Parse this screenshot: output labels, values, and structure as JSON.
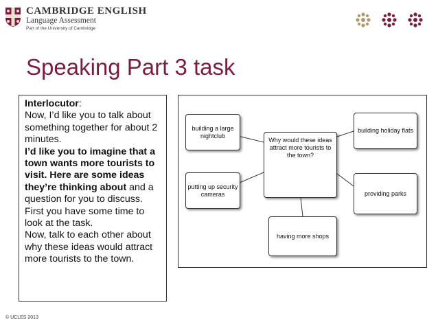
{
  "header": {
    "brand_title": "CAMBRIDGE ENGLISH",
    "brand_subtitle": "Language Assessment",
    "brand_part": "Part of the University of Cambridge"
  },
  "slide": {
    "title": "Speaking Part 3 task"
  },
  "script": {
    "role": "Interlocutor",
    "colon": ":",
    "line1": "\nNow, I’d like you to talk about something together for about 2 minutes.\n",
    "bold1": "I’d like you to imagine that a town wants more tourists to visit. Here are some ideas they’re thinking about",
    "line2": " and a question for you to discuss. First you have some time to look at the task.\nNow, talk to each other about why these ideas would attract more tourists to the town."
  },
  "diagram": {
    "center_question": "Why would these ideas attract more tourists to the town?",
    "nodes": {
      "nightclub": "building a large nightclub",
      "holiday_flats": "building holiday flats",
      "security_cameras": "putting up security cameras",
      "parks": "providing parks",
      "shops": "having more shops"
    }
  },
  "footer": {
    "copyright": "© UCLES 2013"
  },
  "colors": {
    "brand_maroon": "#7b1e3e",
    "knot_gold": "#b09a6a"
  }
}
